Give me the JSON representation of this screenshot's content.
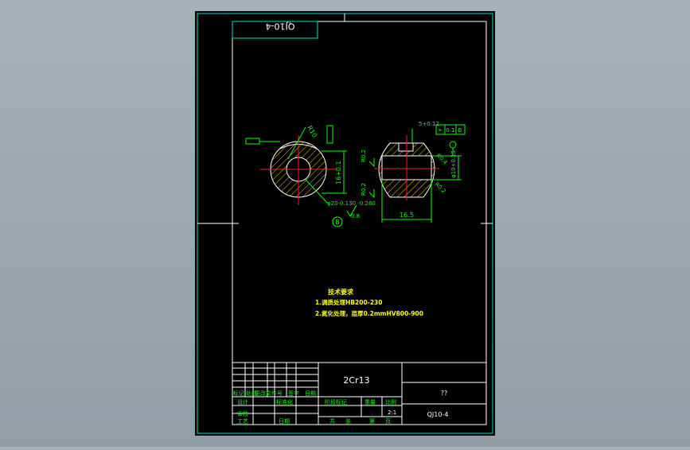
{
  "drawing": {
    "title_stamp": "QJ10-4",
    "material": "2Cr13",
    "part_code": "QJ10-4",
    "part_name": "??",
    "scale": "2:1"
  },
  "title_block": {
    "headers": [
      "标记",
      "处数",
      "更改文件号",
      "签字",
      "日期"
    ],
    "row_labels": [
      "设计",
      "审核",
      "工艺"
    ],
    "std_label": "标准化",
    "date_label": "日期",
    "stage_label": "阶段标记",
    "weight_label": "重量",
    "scale_label": "比例",
    "sheet_total_label": "共",
    "sheet_label": "张",
    "page_label": "第",
    "page_unit": "页"
  },
  "tech_notes": {
    "title": "技术要求",
    "items": [
      "1.调质处理HB200-230",
      "2.氮化处理，层厚0.2mmHV800-900"
    ]
  },
  "view_left": {
    "dims": {
      "r_outer": "R10",
      "height": "16+0.1",
      "bore": "φ20-0.130 -0.260",
      "roughness": "0.8",
      "datum": "B"
    }
  },
  "view_right": {
    "dims": {
      "chamfer_top_left": "R0.2",
      "chamfer_bottom_left": "R0.2",
      "chamfer_top_right": "R0.4",
      "chamfer_bottom_right": "R0.2",
      "slot": "5+0.12",
      "tolerance_value": "0.1",
      "tolerance_datum": "B",
      "diameter": "φ10+0.15",
      "width": "16.5"
    }
  },
  "colors": {
    "canvas": "#000000",
    "frame": "#ffffff",
    "stamp": "#00e5c8",
    "dimension": "#00ff00",
    "hatch": "#ffcc00",
    "centerline": "#ff2020",
    "text_notes": "#ffff00"
  }
}
